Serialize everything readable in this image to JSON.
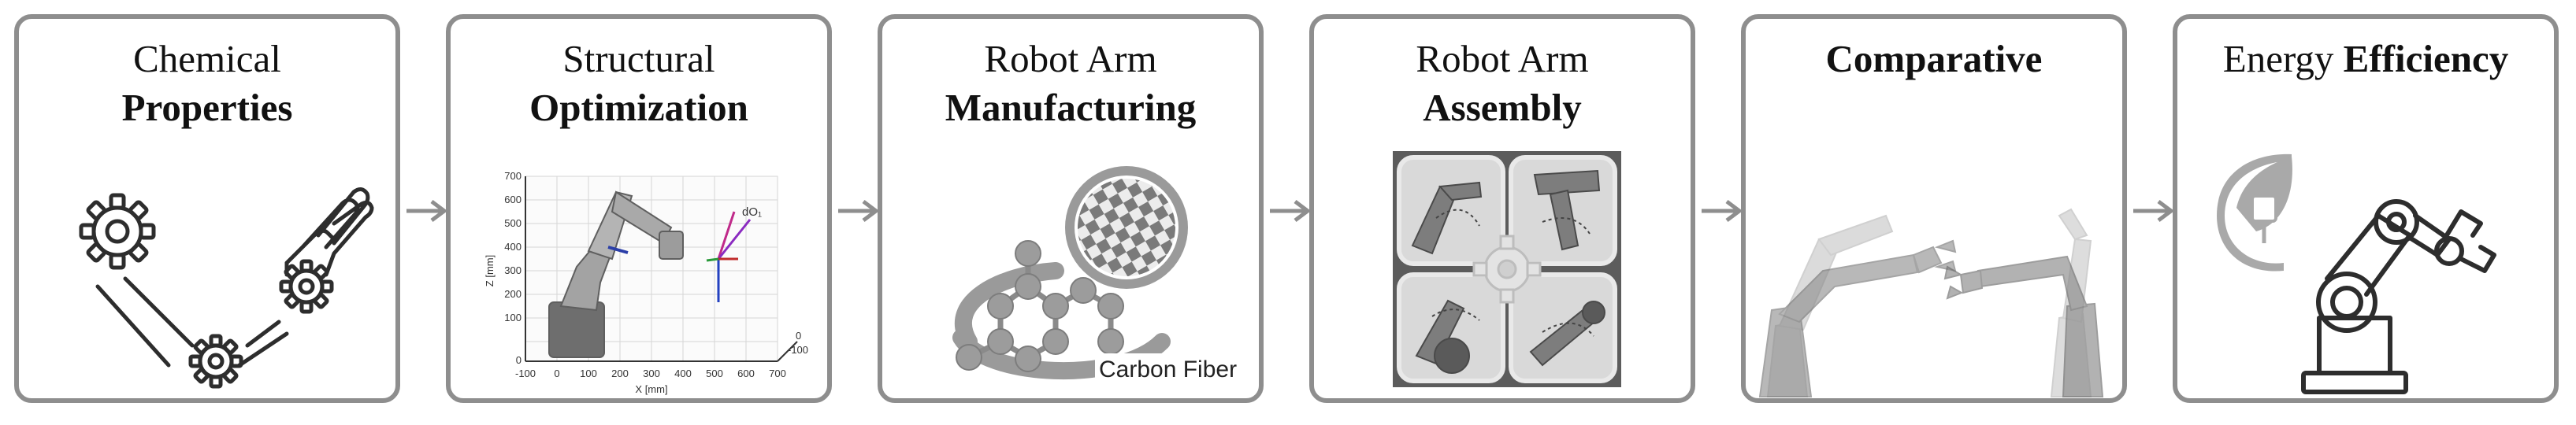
{
  "colors": {
    "border": "#8e8e8e",
    "arrow": "#8e8e8e",
    "text": "#111111",
    "icon": "#2d2d2d",
    "graphic": "#9a9a9a"
  },
  "stages": [
    {
      "line1": "Chemical",
      "line2": "Properties",
      "icon": "gears-arm-icon"
    },
    {
      "line1": "Structural",
      "line2": "Optimization",
      "icon": "robot-arm-plot"
    },
    {
      "line1": "Robot Arm",
      "line2": "Manufacturing",
      "icon": "carbon-fiber-icon"
    },
    {
      "line1": "Robot Arm",
      "line2": "Assembly",
      "icon": "assembly-photo-grid"
    },
    {
      "line1": "",
      "line2": "Comparative",
      "icon": "robot-arms-comparison-image"
    },
    {
      "line1": "Energy",
      "line2": "Efficiency",
      "icon": "energy-efficient-robot-icon"
    }
  ],
  "plot": {
    "y_axis_label": "Z [mm]",
    "x_axis_label": "X [mm]",
    "y_ticks": [
      "700",
      "600",
      "500",
      "400",
      "300",
      "200",
      "100",
      "0"
    ],
    "x_ticks": [
      "-100",
      "0",
      "100",
      "200",
      "300",
      "400",
      "500",
      "600",
      "700"
    ],
    "depth_ticks": [
      "0",
      "-100"
    ],
    "annotation": "dO₁"
  },
  "manufacturing": {
    "material_label": "Carbon Fiber"
  }
}
